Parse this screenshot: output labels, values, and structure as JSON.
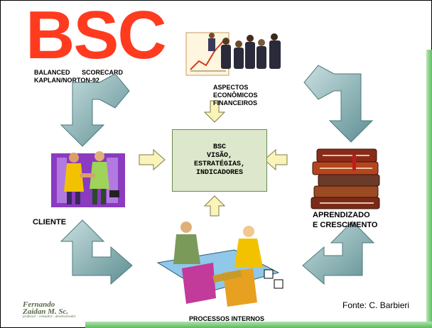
{
  "title": "BSC",
  "subtitle": {
    "line1": "BALANCED SCORECARD",
    "line2": "KAPLAN/NORTON-92"
  },
  "labels": {
    "financial": [
      "ASPECTOS",
      "ECONÔMICOS",
      "FINANCEIROS"
    ],
    "client": "CLIENTE",
    "learning": [
      "APRENDIZADO",
      "E CRESCIMENTO"
    ],
    "processes": "PROCESSOS INTERNOS"
  },
  "center": [
    "BSC",
    "VISÃO,",
    "ESTRATÉGIAS,",
    "INDICADORES"
  ],
  "source": "Fonte: C. Barbieri",
  "logo": {
    "line1": "Fernando",
    "line2": "Zaidan M. Sc.",
    "tag": "professor - consultor - desenvolvedor"
  },
  "colors": {
    "title": "#ff3b1f",
    "arrow": "#7aa5a8",
    "small_arrow": "#fbf4b8",
    "center_box": "#dde7cc",
    "bars": "#5fbf5f"
  },
  "icons": [
    "executives-chart-clipart",
    "business-handshake-clipart",
    "books-stack-clipart",
    "meeting-table-clipart"
  ]
}
